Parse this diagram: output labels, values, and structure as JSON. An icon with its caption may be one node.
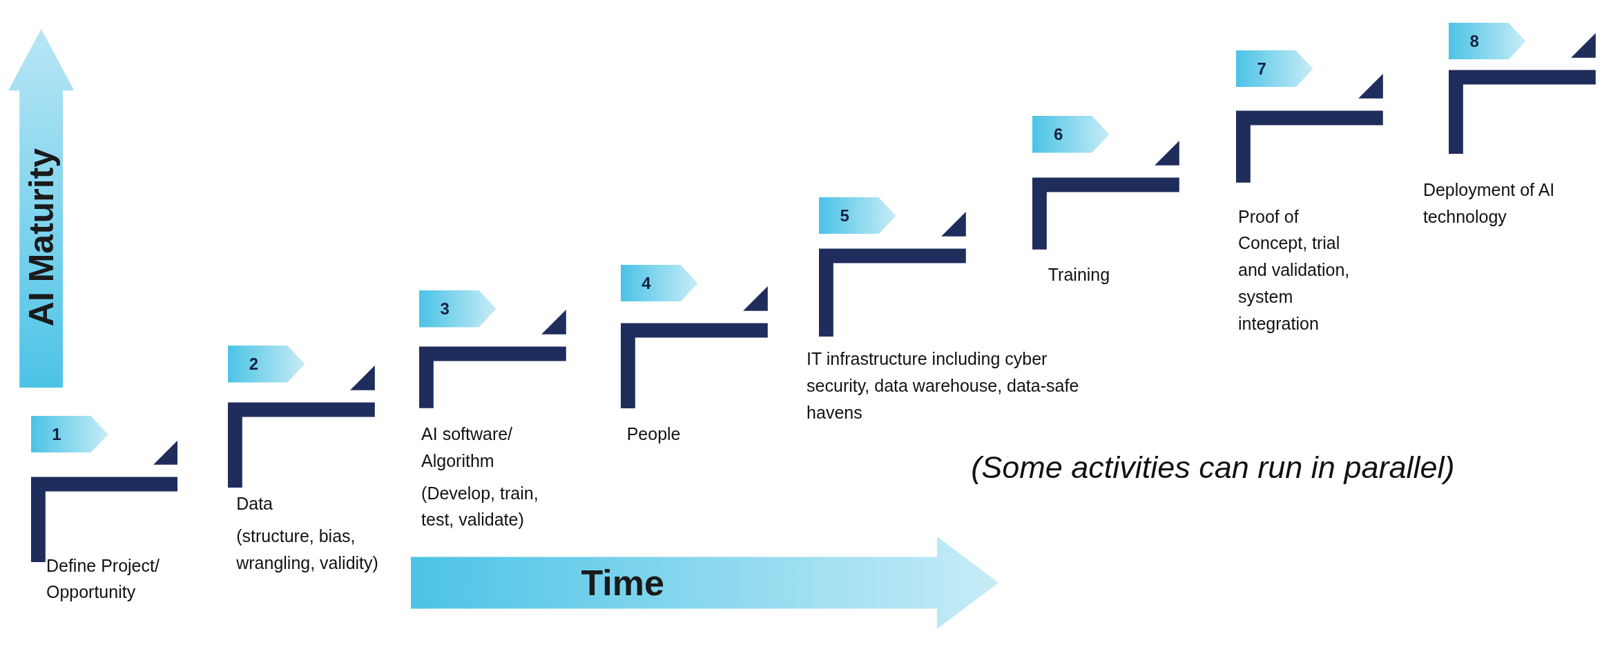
{
  "diagram": {
    "nodes": [
      {
        "text": [
          "AI Maturity"
        ]
      },
      {
        "text": [
          "1"
        ],
        "beside": [
          "Define Project/ Opportunity"
        ]
      },
      {
        "text": [
          "2"
        ],
        "beside": [
          "Data",
          "(structure, bias, wrangling, validity)"
        ]
      },
      {
        "text": [
          "3"
        ],
        "beside": [
          "AI software/ Algorithm",
          "(Develop, train, test, validate)"
        ]
      },
      {
        "text": [
          "4"
        ],
        "beside": [
          "People"
        ]
      },
      {
        "text": [
          "5"
        ],
        "beside": [
          "IT infrastructure including cyber security, data warehouse, data-safe havens"
        ]
      },
      {
        "text": [
          "6"
        ],
        "beside": [
          "Training"
        ]
      },
      {
        "text": [
          "7"
        ],
        "beside": [
          "Proof of Concept, trial and validation, system integration"
        ]
      },
      {
        "text": [
          "8"
        ],
        "beside": [
          "Deployment of AI technology"
        ]
      },
      {
        "text": [
          "Time"
        ]
      }
    ],
    "edges": [],
    "labels": [
      "(Some activities can run in parallel)"
    ]
  }
}
